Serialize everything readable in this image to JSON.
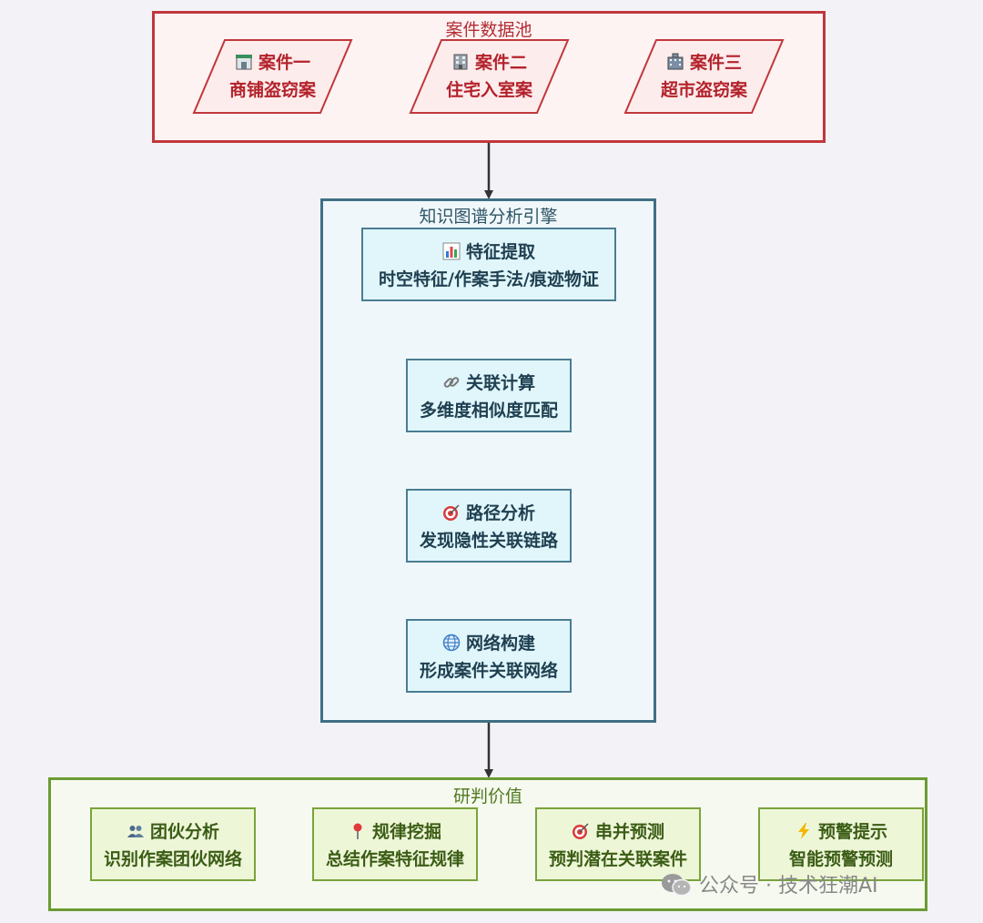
{
  "case_pool": {
    "title": "案件数据池",
    "cases": [
      {
        "title": "案件一",
        "subtitle": "商铺盗窃案",
        "icon": "shop-icon"
      },
      {
        "title": "案件二",
        "subtitle": "住宅入室案",
        "icon": "building-icon"
      },
      {
        "title": "案件三",
        "subtitle": "超市盗窃案",
        "icon": "office-icon"
      }
    ]
  },
  "engine": {
    "title": "知识图谱分析引擎",
    "steps": [
      {
        "title": "特征提取",
        "subtitle": "时空特征/作案手法/痕迹物证",
        "icon": "bar-chart-icon"
      },
      {
        "title": "关联计算",
        "subtitle": "多维度相似度匹配",
        "icon": "link-icon"
      },
      {
        "title": "路径分析",
        "subtitle": "发现隐性关联链路",
        "icon": "target-icon"
      },
      {
        "title": "网络构建",
        "subtitle": "形成案件关联网络",
        "icon": "globe-icon"
      }
    ]
  },
  "value": {
    "title": "研判价值",
    "items": [
      {
        "title": "团伙分析",
        "subtitle": "识别作案团伙网络",
        "icon": "people-icon"
      },
      {
        "title": "规律挖掘",
        "subtitle": "总结作案特征规律",
        "icon": "pin-icon"
      },
      {
        "title": "串并预测",
        "subtitle": "预判潜在关联案件",
        "icon": "target-icon"
      },
      {
        "title": "预警提示",
        "subtitle": "智能预警预测",
        "icon": "lightning-icon"
      }
    ]
  },
  "watermark": {
    "text": "公众号 · 技术狂潮AI",
    "icon": "wechat-icon"
  },
  "colors": {
    "background": "#f3f2f7",
    "pool_border": "#c0373c",
    "engine_border": "#3f6f84",
    "value_border": "#6c9b33",
    "arrow": "#333333"
  }
}
